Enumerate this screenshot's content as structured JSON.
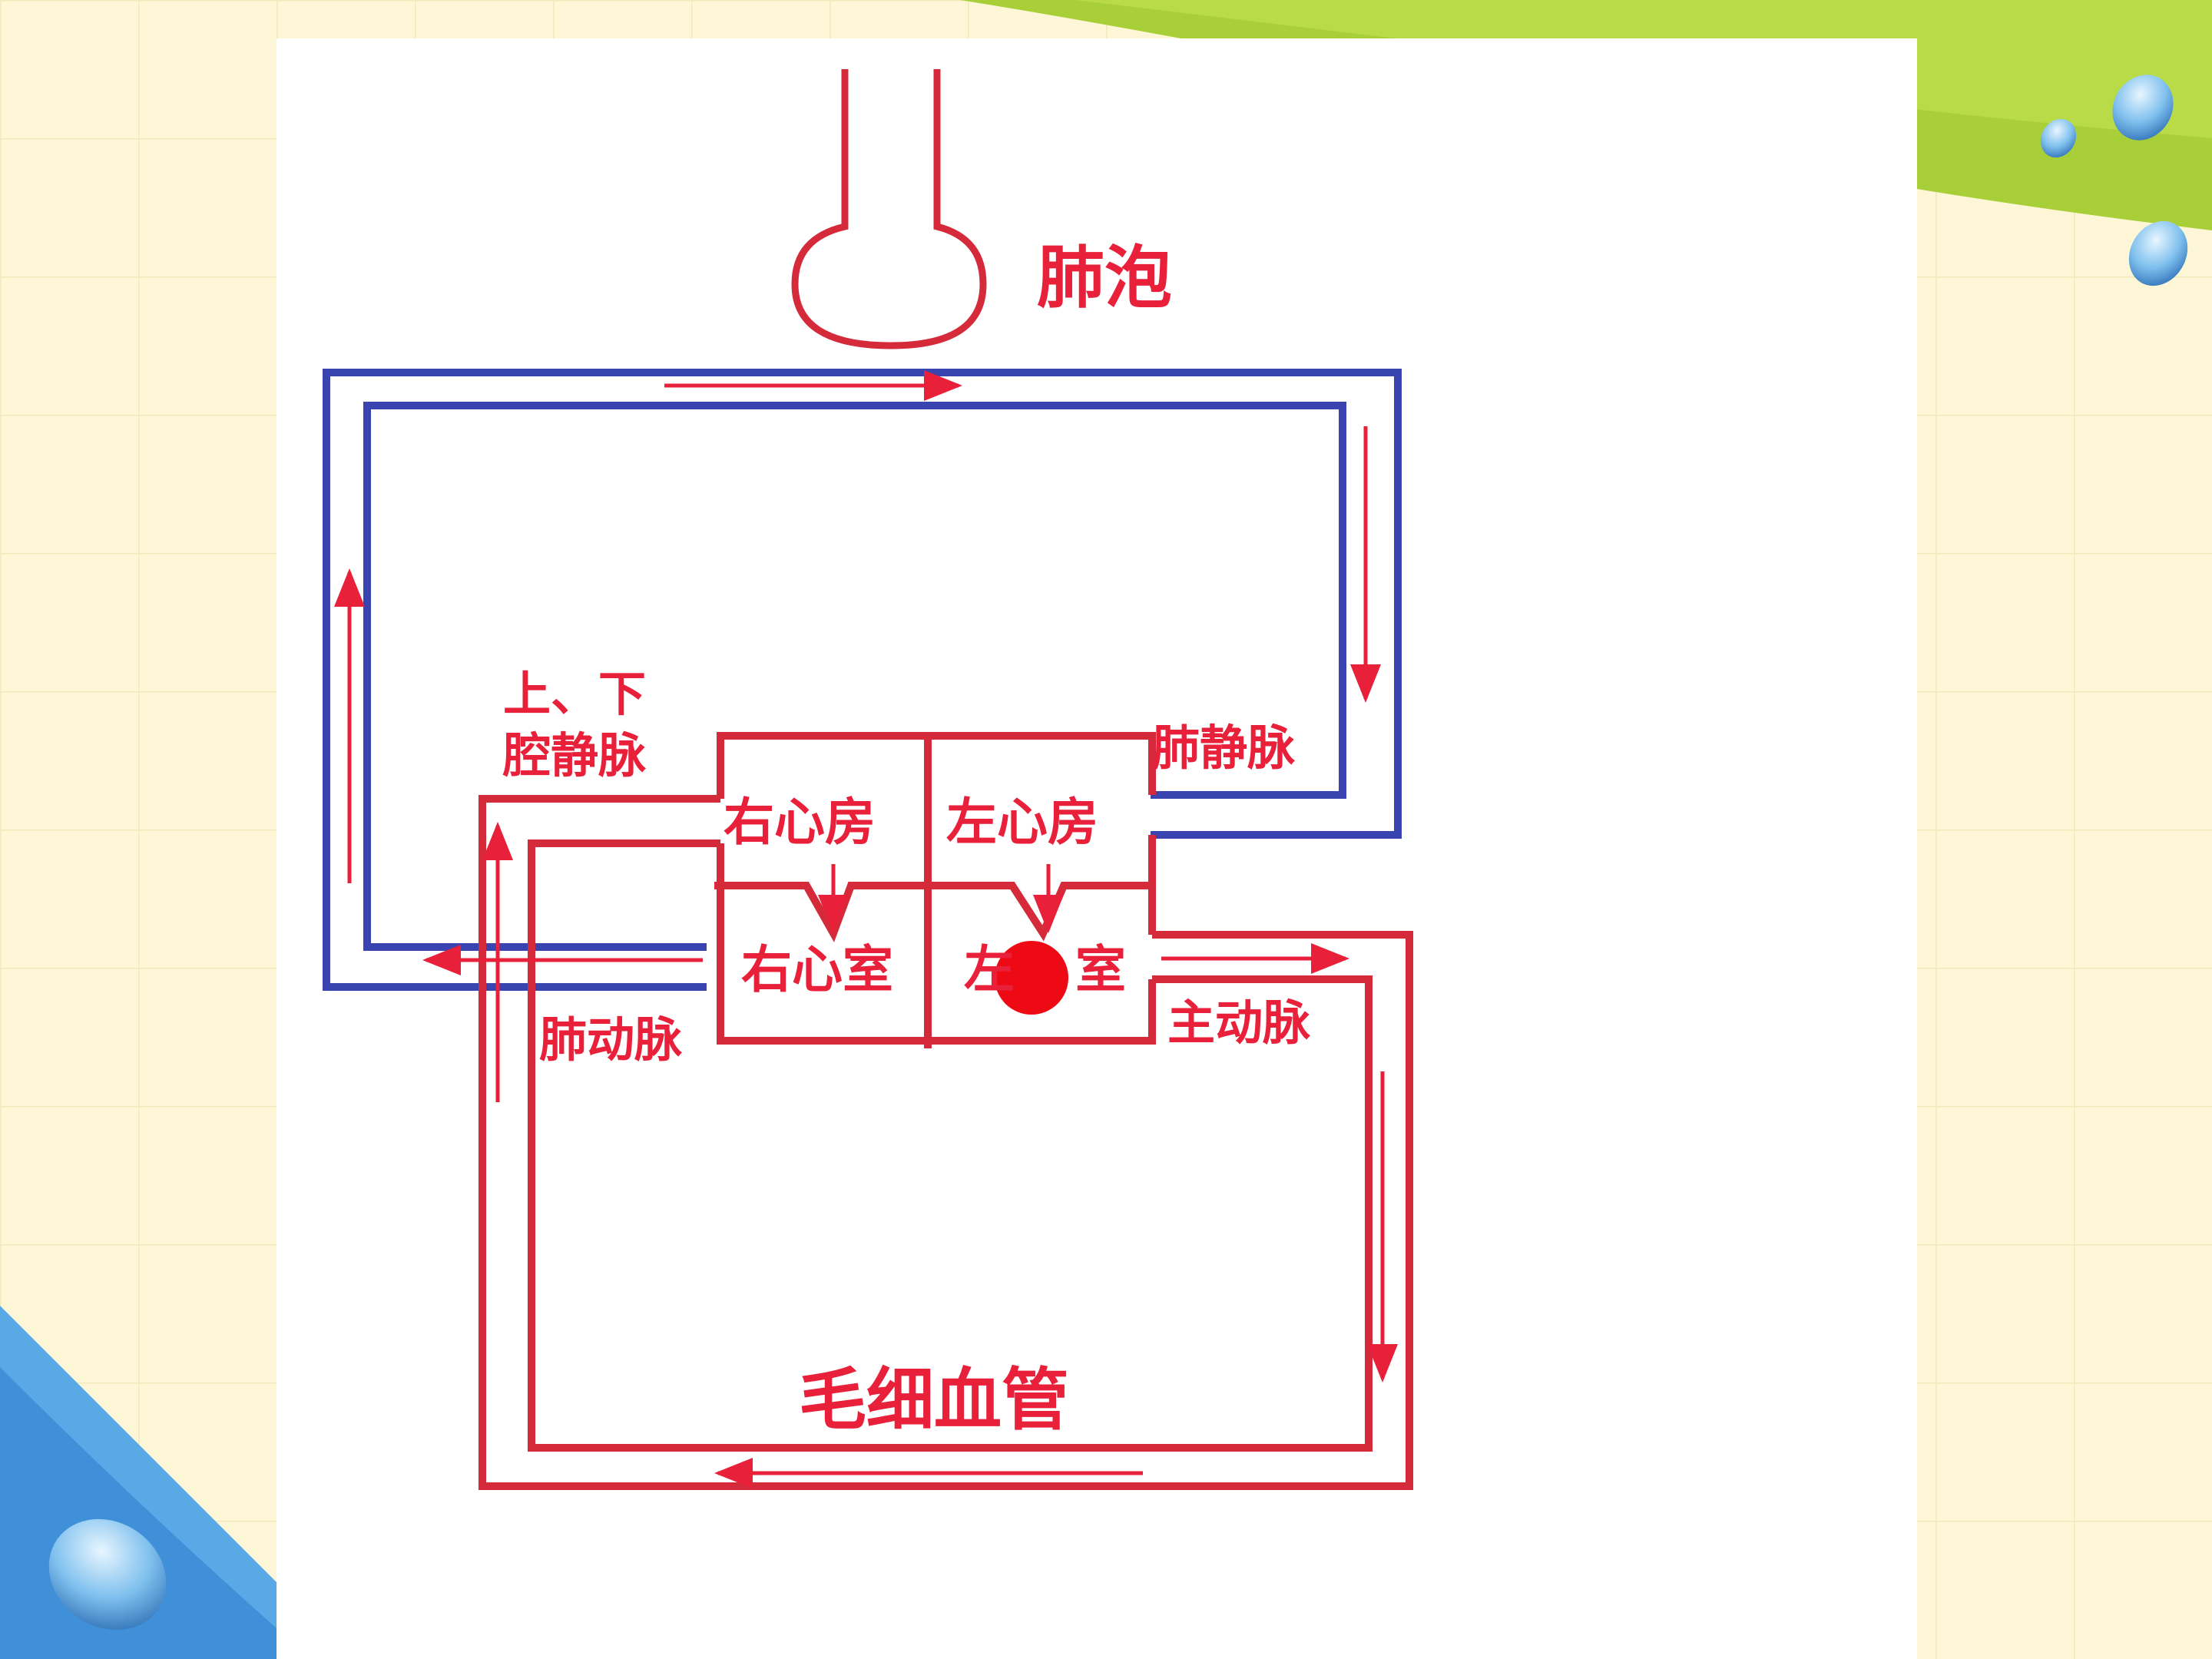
{
  "labels": {
    "alveolus": "肺泡",
    "vena_cava_line1": "上、下",
    "vena_cava_line2": "腔静脉",
    "pulmonary_vein": "肺静脉",
    "right_atrium": "右心房",
    "left_atrium": "左心房",
    "right_ventricle": "右心室",
    "left_ventricle_left": "左",
    "left_ventricle_right": "室",
    "pulmonary_artery": "肺动脉",
    "aorta": "主动脉",
    "capillaries": "毛细血管"
  },
  "colors": {
    "artery_red": "#d42a3a",
    "vein_blue": "#3a44b0",
    "arrow_red": "#e8203a",
    "marker_red": "#ee0a14",
    "label_red": "#e8203a",
    "deco_green": "#a9cf38",
    "deco_blue": "#5aa8e6"
  },
  "icons": {
    "drop_icons": [
      "water-drop-icon",
      "water-drop-icon",
      "water-drop-icon"
    ]
  }
}
